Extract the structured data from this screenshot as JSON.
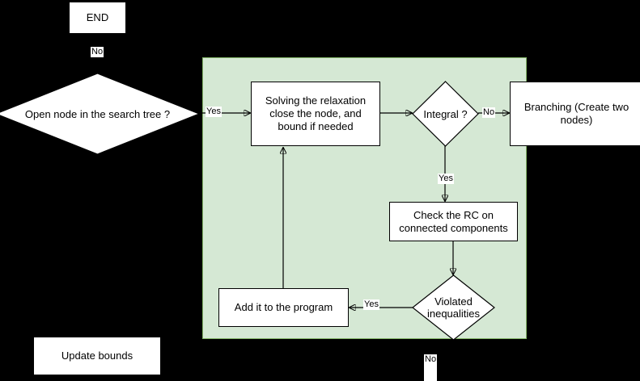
{
  "diagram": {
    "title": "Branch-and-cut flowchart",
    "colors": {
      "group_fill": "#d5e8d4",
      "group_stroke": "#82b366",
      "node_fill": "#ffffff",
      "node_stroke": "#000000",
      "edge_stroke": "#000000",
      "canvas_background": "#000000"
    },
    "nodes": [
      {
        "id": "end",
        "shape": "box",
        "label": "END"
      },
      {
        "id": "open_node",
        "shape": "diamond",
        "label": "Open node in the search tree ?"
      },
      {
        "id": "solving",
        "shape": "box",
        "label": "Solving the relaxation\nclose the node, and\nbound if needed"
      },
      {
        "id": "integral",
        "shape": "diamond",
        "label": "Integral ?"
      },
      {
        "id": "branching",
        "shape": "box",
        "label": "Branching (Create two\nnodes)"
      },
      {
        "id": "check_rc",
        "shape": "box",
        "label": "Check the RC on\nconnected components"
      },
      {
        "id": "violated",
        "shape": "diamond",
        "label": "Violated\ninequalities"
      },
      {
        "id": "add_program",
        "shape": "box",
        "label": "Add it to the program"
      },
      {
        "id": "update",
        "shape": "box",
        "label": "Update bounds"
      }
    ],
    "edge_labels": {
      "open_node_no": "No",
      "open_node_yes": "Yes",
      "integral_no": "No",
      "integral_yes": "Yes",
      "violated_yes": "Yes",
      "violated_no": "No"
    }
  }
}
